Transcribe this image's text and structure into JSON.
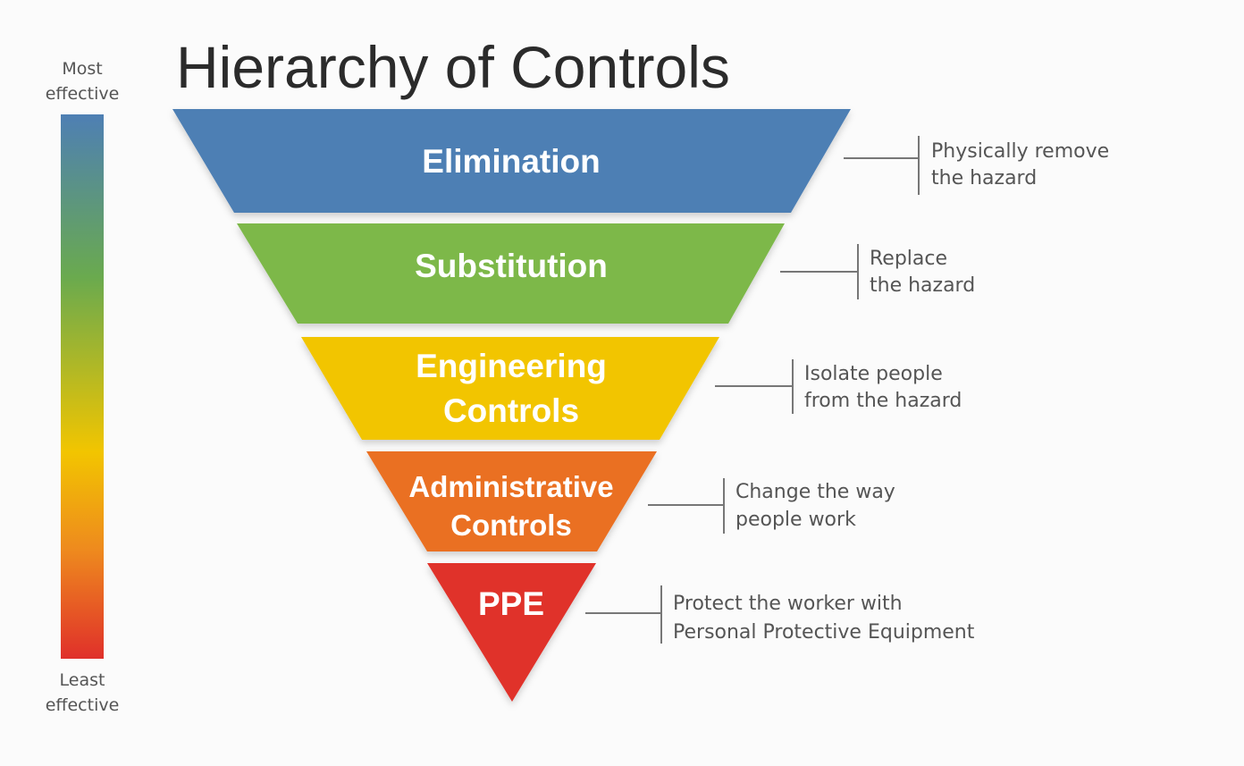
{
  "title": "Hierarchy of Controls",
  "scale": {
    "top_label": [
      "Most",
      "effective"
    ],
    "bottom_label": [
      "Least",
      "effective"
    ]
  },
  "levels": [
    {
      "name": [
        "Elimination"
      ],
      "description": [
        "Physically remove",
        "the hazard"
      ],
      "color": "#4e7fb4"
    },
    {
      "name": [
        "Substitution"
      ],
      "description": [
        "Replace",
        "the hazard"
      ],
      "color": "#7db84a"
    },
    {
      "name": [
        "Engineering",
        "Controls"
      ],
      "description": [
        "Isolate people",
        "from the hazard"
      ],
      "color": "#f2c500"
    },
    {
      "name": [
        "Administrative",
        "Controls"
      ],
      "description": [
        "Change the way",
        "people work"
      ],
      "color": "#ea6f22"
    },
    {
      "name": [
        "PPE"
      ],
      "description": [
        "Protect the worker with",
        "Personal Protective Equipment"
      ],
      "color": "#e0302a"
    }
  ]
}
